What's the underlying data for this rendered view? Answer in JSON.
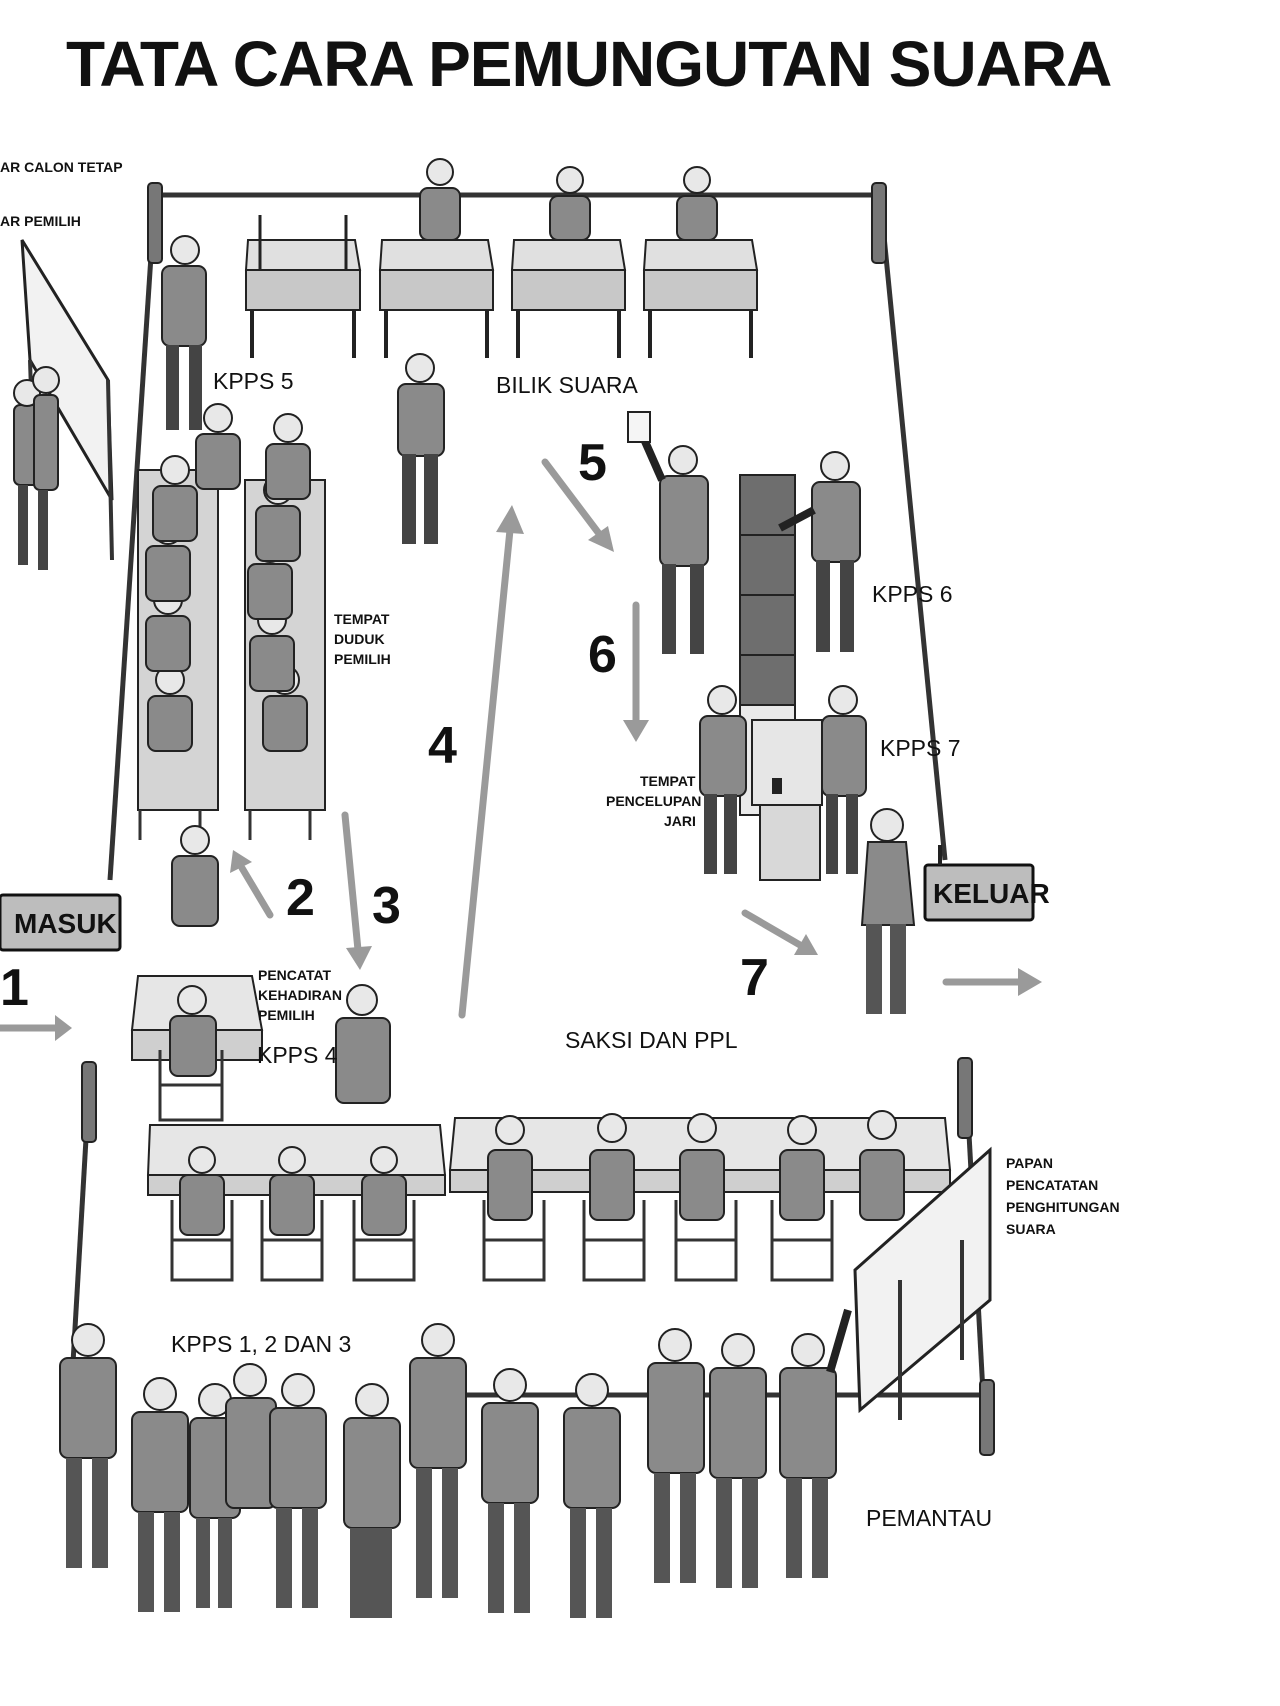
{
  "title": "TATA CARA PEMUNGUTAN SUARA",
  "labels": {
    "daftar_calon_tetap_cut": "AR CALON TETAP",
    "daftar_pemilih_cut": "AR PEMILIH",
    "kpps5": "KPPS 5",
    "bilik_suara": "BILIK SUARA",
    "kpps6": "KPPS 6",
    "tempat_duduk_1": "TEMPAT",
    "tempat_duduk_2": "DUDUK",
    "tempat_duduk_3": "PEMILIH",
    "kpps7": "KPPS 7",
    "tempat_pencelupan_1": "TEMPAT",
    "tempat_pencelupan_2": "PENCELUPAN",
    "tempat_pencelupan_3": "JARI",
    "masuk": "MASUK",
    "keluar": "KELUAR",
    "pencatat_1": "PENCATAT",
    "pencatat_2": "KEHADIRAN",
    "pencatat_3": "PEMILIH",
    "kpps4": "KPPS 4",
    "saksi_ppl": "SAKSI DAN PPL",
    "papan_1": "PAPAN",
    "papan_2": "PENCATATAN",
    "papan_3": "PENGHITUNGAN",
    "papan_4": "SUARA",
    "kpps123": "KPPS 1, 2 DAN 3",
    "pemantau": "PEMANTAU"
  },
  "steps": [
    "1",
    "2",
    "3",
    "4",
    "5",
    "6",
    "7"
  ]
}
